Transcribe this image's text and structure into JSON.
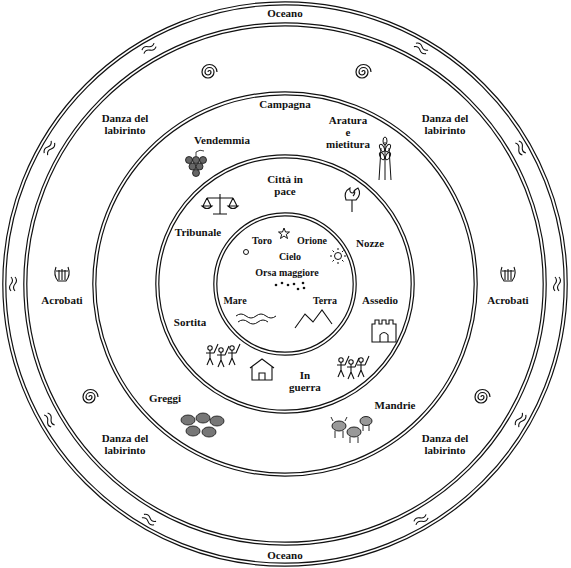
{
  "diagram": {
    "nodes": [
      {
        "text": [
          "Oceano",
          "Oceano"
        ]
      },
      {
        "text": [
          "Danza del labirinto",
          "Danza del labirinto",
          "Acrobati",
          "Acrobati",
          "Danza del labirinto",
          "Danza del labirinto"
        ],
        "in": 0
      },
      {
        "text": [
          "Campagna",
          "Aratura e mietitura",
          "Vendemmia",
          "Greggi",
          "Mandrie"
        ],
        "in": 1
      },
      {
        "text": [
          "Città in pace",
          "Tribunale",
          "Nozze",
          "Assedio",
          "Sortita",
          "In guerra"
        ],
        "in": 2
      },
      {
        "text": [
          "Toro",
          "Orione",
          "Cielo",
          "Orsa maggiore",
          "Mare",
          "Terra"
        ],
        "in": 3
      }
    ]
  }
}
